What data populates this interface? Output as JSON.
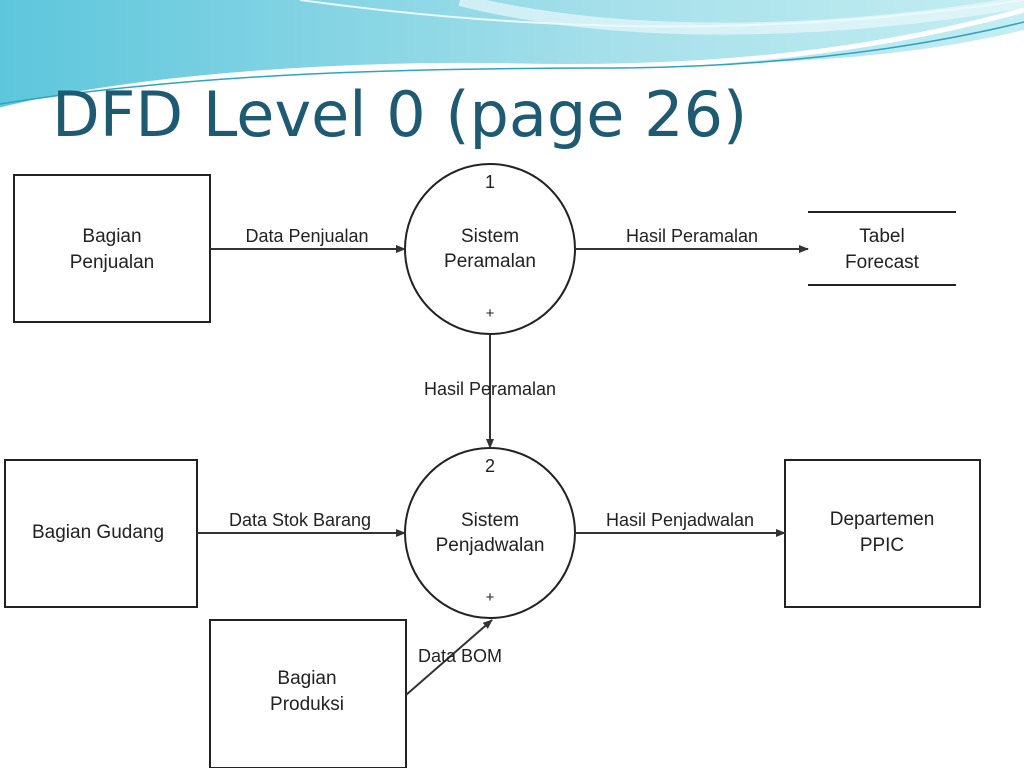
{
  "slide": {
    "title": "DFD Level 0 (page 26)",
    "accent_color": "#1f5a73"
  },
  "diagram": {
    "entities": {
      "bagian_penjualan": [
        "Bagian",
        "Penjualan"
      ],
      "bagian_gudang": [
        "Bagian Gudang"
      ],
      "bagian_produksi": [
        "Bagian",
        "Produksi"
      ],
      "departemen_ppic": [
        "Departemen",
        "PPIC"
      ]
    },
    "processes": {
      "p1": {
        "number": "1",
        "name": [
          "Sistem",
          "Peramalan"
        ],
        "marker": "+"
      },
      "p2": {
        "number": "2",
        "name": [
          "Sistem",
          "Penjadwalan"
        ],
        "marker": "+"
      }
    },
    "datastore": {
      "tabel_forecast": [
        "Tabel",
        "Forecast"
      ]
    },
    "flows": {
      "data_penjualan": "Data Penjualan",
      "hasil_peramalan_out": "Hasil Peramalan",
      "hasil_peramalan_down": "Hasil Peramalan",
      "data_stok_barang": "Data Stok Barang",
      "hasil_penjadwalan": "Hasil Penjadwalan",
      "data_bom": "Data BOM"
    }
  }
}
